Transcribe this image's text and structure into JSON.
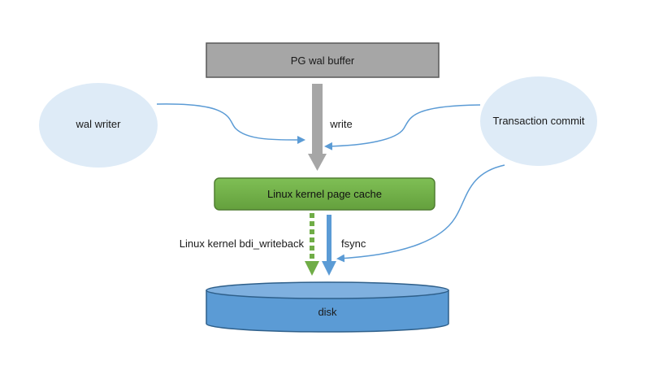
{
  "nodes": {
    "wal_buffer": "PG wal buffer",
    "wal_writer": "wal writer",
    "transaction_commit": "Transaction commit",
    "page_cache": "Linux kernel page cache",
    "disk": "disk"
  },
  "edges": {
    "write": "write",
    "bdi_writeback": "Linux kernel bdi_writeback",
    "fsync": "fsync"
  },
  "colors": {
    "buffer_fill": "#a6a6a6",
    "buffer_stroke": "#595959",
    "ellipse_fill": "#deebf7",
    "cache_fill": "#70ad47",
    "cache_stroke": "#507e32",
    "disk_fill": "#5b9bd5",
    "disk_stroke": "#2e5f8a",
    "arrow_gray": "#a6a6a6",
    "arrow_blue": "#5b9bd5",
    "arrow_green": "#70ad47"
  }
}
